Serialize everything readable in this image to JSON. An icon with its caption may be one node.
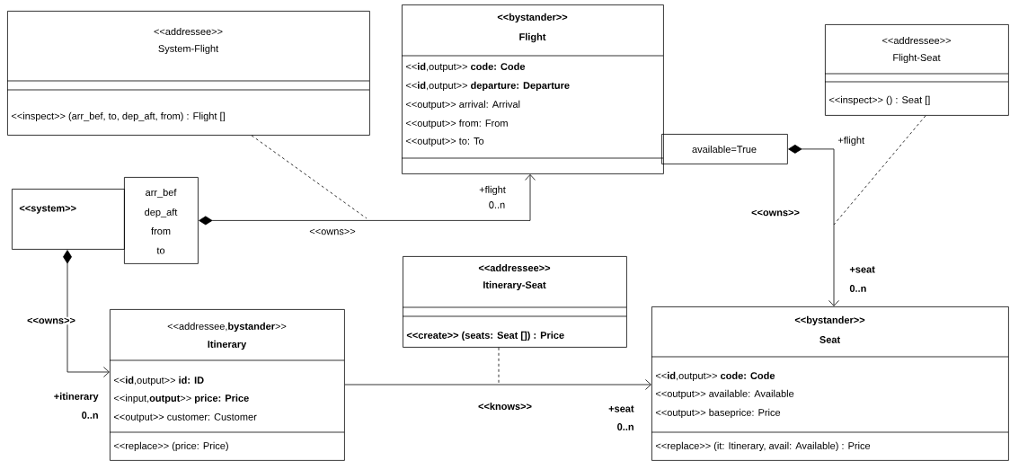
{
  "diagram": {
    "nodes": [
      {
        "text": [
          "<<addressee>>",
          "System-Flight",
          "<<inspect>> (arr_bef, to, dep_aft, from) : Flight []"
        ]
      },
      {
        "text": [
          "<<bystander>>",
          "Flight",
          "<<**id**,output>> **code: Code**",
          "<<**id**,output>> **departure: Departure**",
          "<<output>> arrival: Arrival",
          "<<output>> from: From",
          "<<output>> to: To"
        ]
      },
      {
        "text": [
          "<<addressee>>",
          "Flight-Seat",
          "<<inspect>> () : Seat []"
        ]
      },
      {
        "text": [
          "<<system>>"
        ]
      },
      {
        "text": [
          "arr_bef",
          "dep_aft",
          "from",
          "to"
        ]
      },
      {
        "text": [
          "available=True"
        ]
      },
      {
        "text": [
          "<<addressee>>",
          "Itinerary-Seat",
          "<<create>> (seats: Seat []) : Price"
        ]
      },
      {
        "text": [
          "<<addressee,**bystander**>>",
          "Itinerary",
          "<<**id**,output>> **id: ID**",
          "<<input,**output**>> **price: Price**",
          "<<output>> customer: Customer",
          "<<replace>> (price: Price)"
        ]
      },
      {
        "text": [
          "<<bystander>>",
          "Seat",
          "<<**id**,output>> **code: Code**",
          "<<output>> available: Available",
          "<<output>> baseprice: Price",
          "<<replace>> (it: Itinerary, avail: Available) : Price"
        ]
      }
    ],
    "edges": [
      {
        "from": 4,
        "to": 1,
        "arrow": "to",
        "label": "<<owns>>"
      },
      {
        "from": 5,
        "to": 8,
        "arrow": "to",
        "label": "<<owns>>"
      },
      {
        "from": 3,
        "to": 7,
        "arrow": "to",
        "label": "<<owns>>"
      },
      {
        "from": 7,
        "to": 8,
        "arrow": "to",
        "label": "<<knows>>"
      },
      {
        "from": 0,
        "to": null,
        "arrow": "none",
        "style": "dashed"
      },
      {
        "from": 2,
        "to": null,
        "arrow": "none",
        "style": "dashed"
      },
      {
        "from": 6,
        "to": null,
        "arrow": "none",
        "style": "dashed"
      }
    ],
    "labels": [
      "+flight",
      "+flight",
      "0..n",
      "+seat",
      "0..n",
      "+itinerary",
      "0..n",
      "+seat",
      "0..n"
    ]
  }
}
